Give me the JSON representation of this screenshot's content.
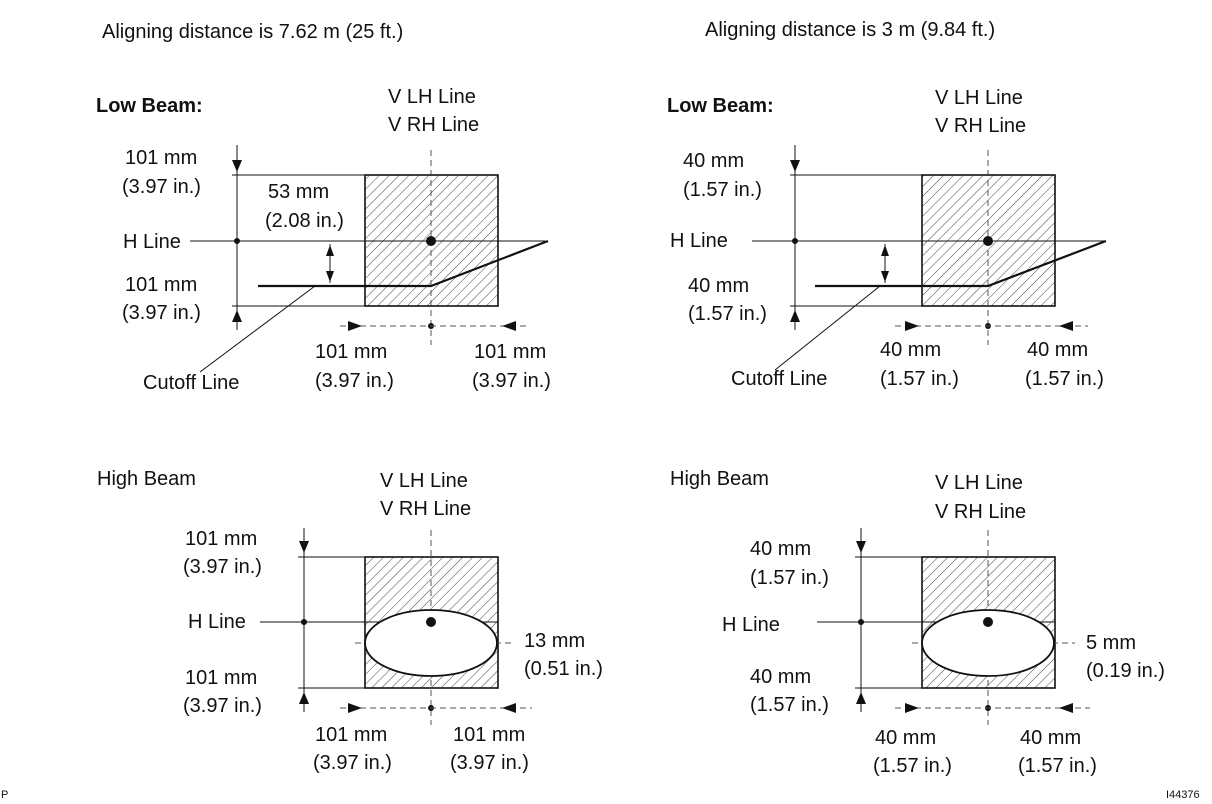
{
  "headings": {
    "left": "Aligning distance is 7.62 m (25 ft.)",
    "right": "Aligning distance is 3 m (9.84 ft.)"
  },
  "panels": {
    "low_left": {
      "title": "Low Beam:",
      "v_line_1": "V LH Line",
      "v_line_2": "V RH Line",
      "top_mm": "101 mm",
      "top_in": "(3.97 in.)",
      "h_line": "H Line",
      "bottom_mm": "101 mm",
      "bottom_in": "(3.97 in.)",
      "drop_mm": "53 mm",
      "drop_in": "(2.08 in.)",
      "left_mm": "101 mm",
      "left_in": "(3.97 in.)",
      "right_mm": "101 mm",
      "right_in": "(3.97 in.)",
      "cutoff": "Cutoff Line"
    },
    "low_right": {
      "title": "Low Beam:",
      "v_line_1": "V LH Line",
      "v_line_2": "V RH Line",
      "top_mm": "40 mm",
      "top_in": "(1.57 in.)",
      "h_line": "H Line",
      "bottom_mm": "40 mm",
      "bottom_in": "(1.57 in.)",
      "left_mm": "40 mm",
      "left_in": "(1.57 in.)",
      "right_mm": "40 mm",
      "right_in": "(1.57 in.)",
      "cutoff": "Cutoff Line"
    },
    "high_left": {
      "title": "High Beam",
      "v_line_1": "V LH Line",
      "v_line_2": "V RH Line",
      "top_mm": "101 mm",
      "top_in": "(3.97 in.)",
      "h_line": "H Line",
      "bottom_mm": "101 mm",
      "bottom_in": "(3.97 in.)",
      "offset_mm": "13 mm",
      "offset_in": "(0.51 in.)",
      "left_mm": "101 mm",
      "left_in": "(3.97 in.)",
      "right_mm": "101 mm",
      "right_in": "(3.97 in.)"
    },
    "high_right": {
      "title": "High Beam",
      "v_line_1": "V LH Line",
      "v_line_2": "V RH Line",
      "top_mm": "40 mm",
      "top_in": "(1.57 in.)",
      "h_line": "H Line",
      "bottom_mm": "40 mm",
      "bottom_in": "(1.57 in.)",
      "offset_mm": "5 mm",
      "offset_in": "(0.19 in.)",
      "left_mm": "40 mm",
      "left_in": "(1.57 in.)",
      "right_mm": "40 mm",
      "right_in": "(1.57 in.)"
    }
  },
  "footer": {
    "left_mark": "P",
    "figure_id": "I44376"
  }
}
